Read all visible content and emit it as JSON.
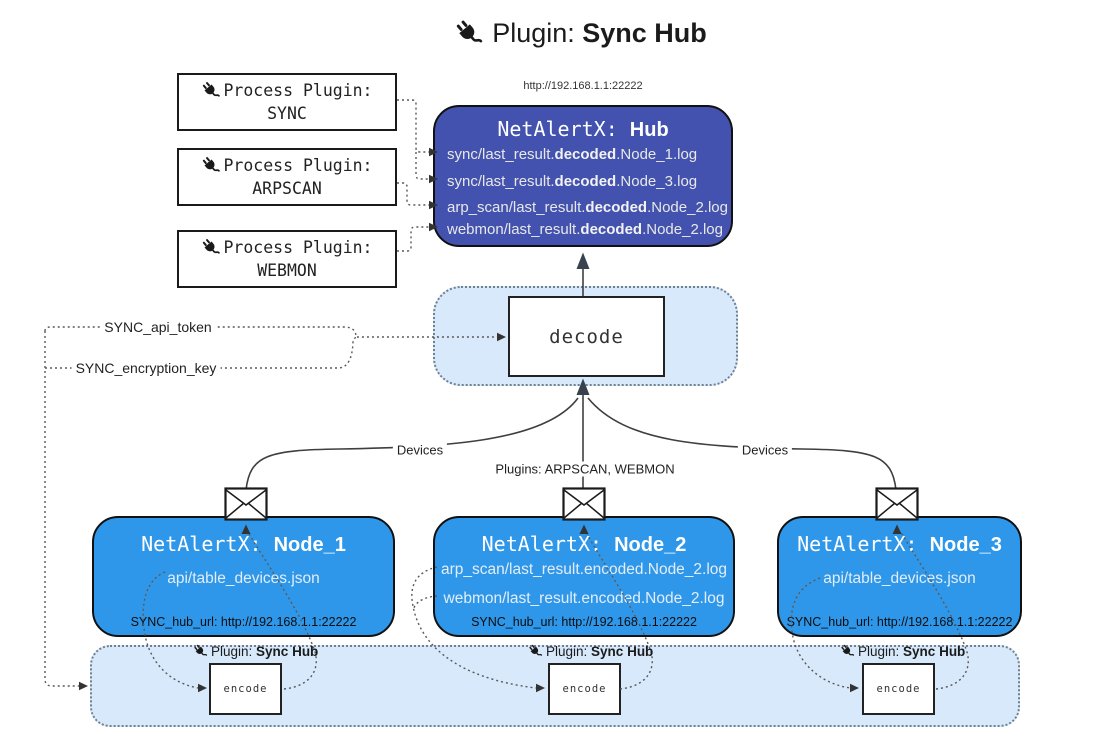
{
  "title": {
    "label": "Plugin:",
    "bold": "Sync Hub"
  },
  "colors": {
    "hub_fill": "#4252AE",
    "node_fill": "#2F97EA",
    "panel_fill": "#D7E9FB",
    "panel_border": "#708090",
    "arrow": "#3F3F3F",
    "arrowhead_dark": "#37424E"
  },
  "process_plugins": [
    {
      "label": "Process Plugin:",
      "name": "SYNC"
    },
    {
      "label": "Process Plugin:",
      "name": "ARPSCAN"
    },
    {
      "label": "Process Plugin:",
      "name": "WEBMON"
    }
  ],
  "hub": {
    "url": "http://192.168.1.1:22222",
    "name": "NetAlertX: ",
    "bold": "Hub",
    "logs": [
      {
        "pre": "sync/last_result.",
        "bold": "decoded",
        "post": ".Node_1.log"
      },
      {
        "pre": "sync/last_result.",
        "bold": "decoded",
        "post": ".Node_3.log"
      },
      {
        "pre": "arp_scan/last_result.",
        "bold": "decoded",
        "post": ".Node_2.log"
      },
      {
        "pre": "webmon/last_result.",
        "bold": "decoded",
        "post": ".Node_2.log"
      }
    ]
  },
  "decode_label": "decode",
  "tokens": {
    "api_token": "SYNC_api_token",
    "encryption_key": "SYNC_encryption_key"
  },
  "edge_labels": {
    "devices_left": "Devices",
    "devices_right": "Devices",
    "plugins": "Plugins: ARPSCAN, WEBMON"
  },
  "nodes": [
    {
      "name": "NetAlertX: ",
      "bold": "Node_1",
      "lines": [
        "api/table_devices.json"
      ],
      "hub_url": "SYNC_hub_url: http://192.168.1.1:22222"
    },
    {
      "name": "NetAlertX: ",
      "bold": "Node_2",
      "lines": [
        "arp_scan/last_result.encoded.Node_2.log",
        "webmon/last_result.encoded.Node_2.log"
      ],
      "hub_url": "SYNC_hub_url: http://192.168.1.1:22222"
    },
    {
      "name": "NetAlertX: ",
      "bold": "Node_3",
      "lines": [
        "api/table_devices.json"
      ],
      "hub_url": "SYNC_hub_url: http://192.168.1.1:22222"
    }
  ],
  "encoders": [
    {
      "label": "Plugin:",
      "bold": "Sync Hub",
      "box": "encode"
    },
    {
      "label": "Plugin:",
      "bold": "Sync Hub",
      "box": "encode"
    },
    {
      "label": "Plugin:",
      "bold": "Sync Hub",
      "box": "encode"
    }
  ]
}
